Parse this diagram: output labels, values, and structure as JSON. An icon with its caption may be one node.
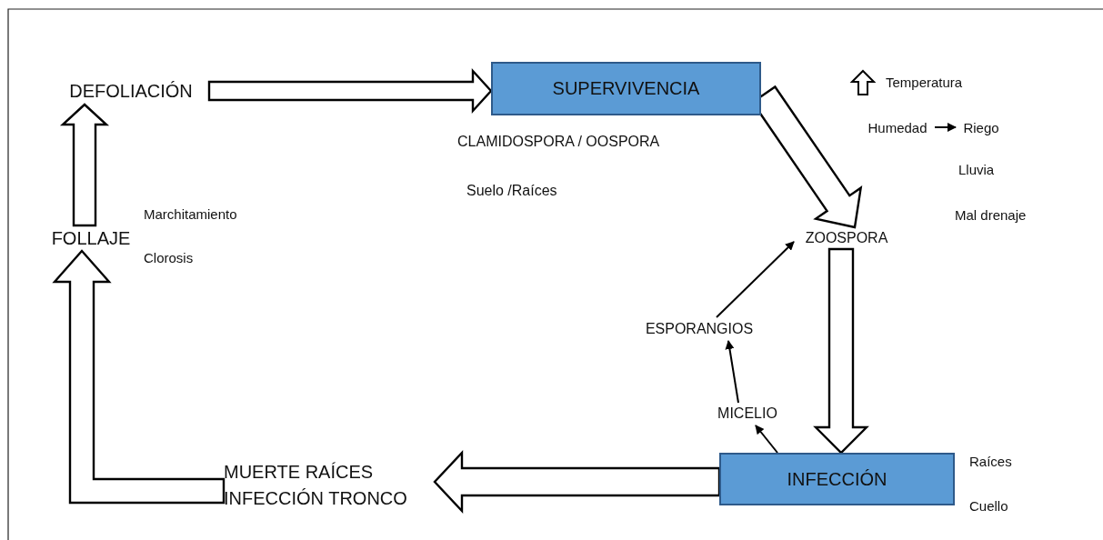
{
  "diagram": {
    "nodes": [
      {
        "text": [
          "DEFOLIACIÓN"
        ]
      },
      {
        "text": [
          "SUPERVIVENCIA"
        ],
        "beside": [
          "CLAMIDOSPORA / OOSPORA",
          "Suelo /Raíces"
        ]
      },
      {
        "text": [
          "ZOOSPORA"
        ]
      },
      {
        "text": [
          "ESPORANGIOS"
        ]
      },
      {
        "text": [
          "MICELIO"
        ]
      },
      {
        "text": [
          "INFECCIÓN"
        ],
        "beside": [
          "Raíces",
          "Cuello"
        ]
      },
      {
        "text": [
          "MUERTE RAÍCES",
          "INFECCIÓN TRONCO"
        ]
      },
      {
        "text": [
          "FOLLAJE"
        ],
        "beside": [
          "Marchitamiento",
          "Clorosis"
        ]
      },
      {
        "text": [
          "Humedad"
        ]
      },
      {
        "text": [
          "Riego"
        ]
      }
    ],
    "edges": [
      {
        "from": 0,
        "to": 1,
        "arrow": "to",
        "style": "thick"
      },
      {
        "from": 1,
        "to": 2,
        "arrow": "to",
        "style": "thick"
      },
      {
        "from": 2,
        "to": 5,
        "arrow": "to",
        "style": "thick"
      },
      {
        "from": 5,
        "to": 6,
        "arrow": "to",
        "style": "thick"
      },
      {
        "from": 6,
        "to": 7,
        "arrow": "to",
        "style": "thick"
      },
      {
        "from": 7,
        "to": 0,
        "arrow": "to",
        "style": "thick"
      },
      {
        "from": 5,
        "to": 4,
        "arrow": "to"
      },
      {
        "from": 4,
        "to": 3,
        "arrow": "to"
      },
      {
        "from": 3,
        "to": 2,
        "arrow": "to"
      },
      {
        "from": 8,
        "to": 9,
        "arrow": "to"
      }
    ],
    "labels": [
      "Temperatura",
      "Lluvia",
      "Mal drenaje"
    ]
  }
}
